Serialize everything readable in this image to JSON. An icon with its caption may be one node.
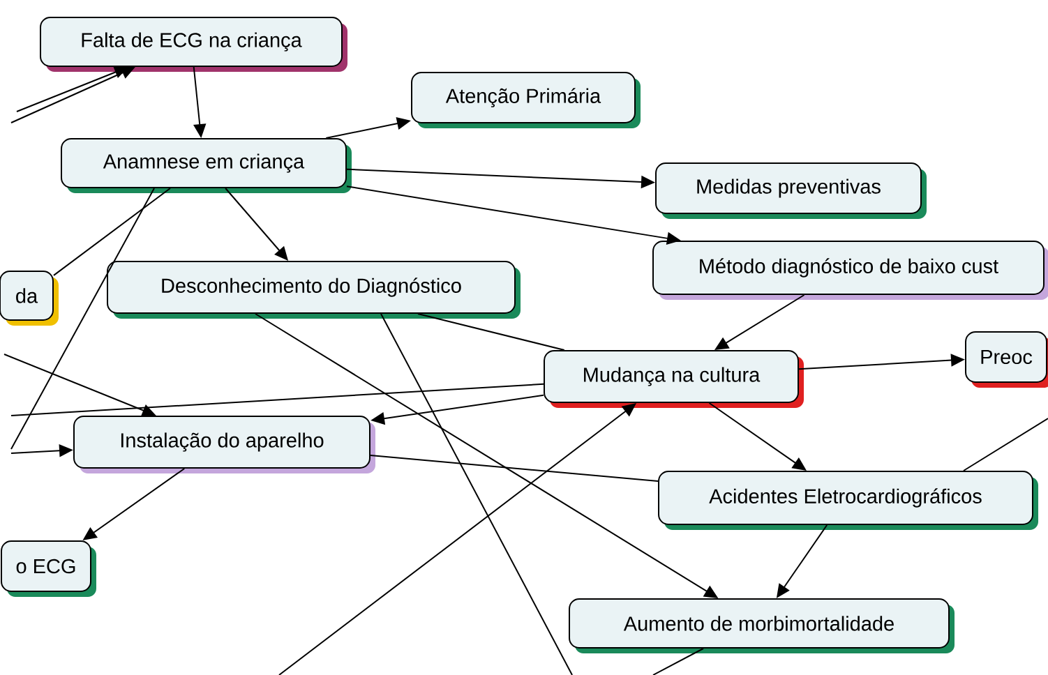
{
  "diagram": {
    "nodes": [
      {
        "text": [
          "Falta de ECG na criança"
        ]
      },
      {
        "text": [
          "Atenção Primária"
        ]
      },
      {
        "text": [
          "Anamnese em criança"
        ]
      },
      {
        "text": [
          "Medidas preventivas"
        ]
      },
      {
        "text": [
          "da"
        ]
      },
      {
        "text": [
          "Desconhecimento do Diagnóstico"
        ]
      },
      {
        "text": [
          "Método diagnóstico de baixo cust"
        ]
      },
      {
        "text": [
          "Mudança na cultura"
        ]
      },
      {
        "text": [
          "Preoc"
        ]
      },
      {
        "text": [
          "Instalação do aparelho"
        ]
      },
      {
        "text": [
          "Acidentes Eletrocardiográficos"
        ]
      },
      {
        "text": [
          "o ECG"
        ]
      },
      {
        "text": [
          "Aumento de morbimortalidade"
        ]
      }
    ],
    "edges": [
      {
        "from": null,
        "to": 0,
        "arrow": "to"
      },
      {
        "from": null,
        "to": 0,
        "arrow": "to"
      },
      {
        "from": 0,
        "to": 2,
        "arrow": "to"
      },
      {
        "from": 2,
        "to": 1,
        "arrow": "to"
      },
      {
        "from": 2,
        "to": 3,
        "arrow": "to"
      },
      {
        "from": 2,
        "to": 6,
        "arrow": "to"
      },
      {
        "from": 2,
        "to": 5,
        "arrow": "to"
      },
      {
        "from": 2,
        "to": 4,
        "arrow": "none"
      },
      {
        "from": 2,
        "to": null,
        "arrow": "none"
      },
      {
        "from": 6,
        "to": 7,
        "arrow": "to"
      },
      {
        "from": 7,
        "to": 8,
        "arrow": "to"
      },
      {
        "from": 7,
        "to": 10,
        "arrow": "to"
      },
      {
        "from": 7,
        "to": 9,
        "arrow": "to"
      },
      {
        "from": 5,
        "to": 7,
        "arrow": "none"
      },
      {
        "from": 5,
        "to": 12,
        "arrow": "to"
      },
      {
        "from": 5,
        "to": null,
        "arrow": "none"
      },
      {
        "from": null,
        "to": 7,
        "arrow": "to"
      },
      {
        "from": null,
        "to": 9,
        "arrow": "to"
      },
      {
        "from": null,
        "to": 7,
        "arrow": "none"
      },
      {
        "from": null,
        "to": 9,
        "arrow": "to"
      },
      {
        "from": 9,
        "to": 11,
        "arrow": "to"
      },
      {
        "from": 9,
        "to": 10,
        "arrow": "none"
      },
      {
        "from": 10,
        "to": 12,
        "arrow": "to"
      },
      {
        "from": 10,
        "to": null,
        "arrow": "none"
      },
      {
        "from": 12,
        "to": null,
        "arrow": "none"
      }
    ]
  }
}
